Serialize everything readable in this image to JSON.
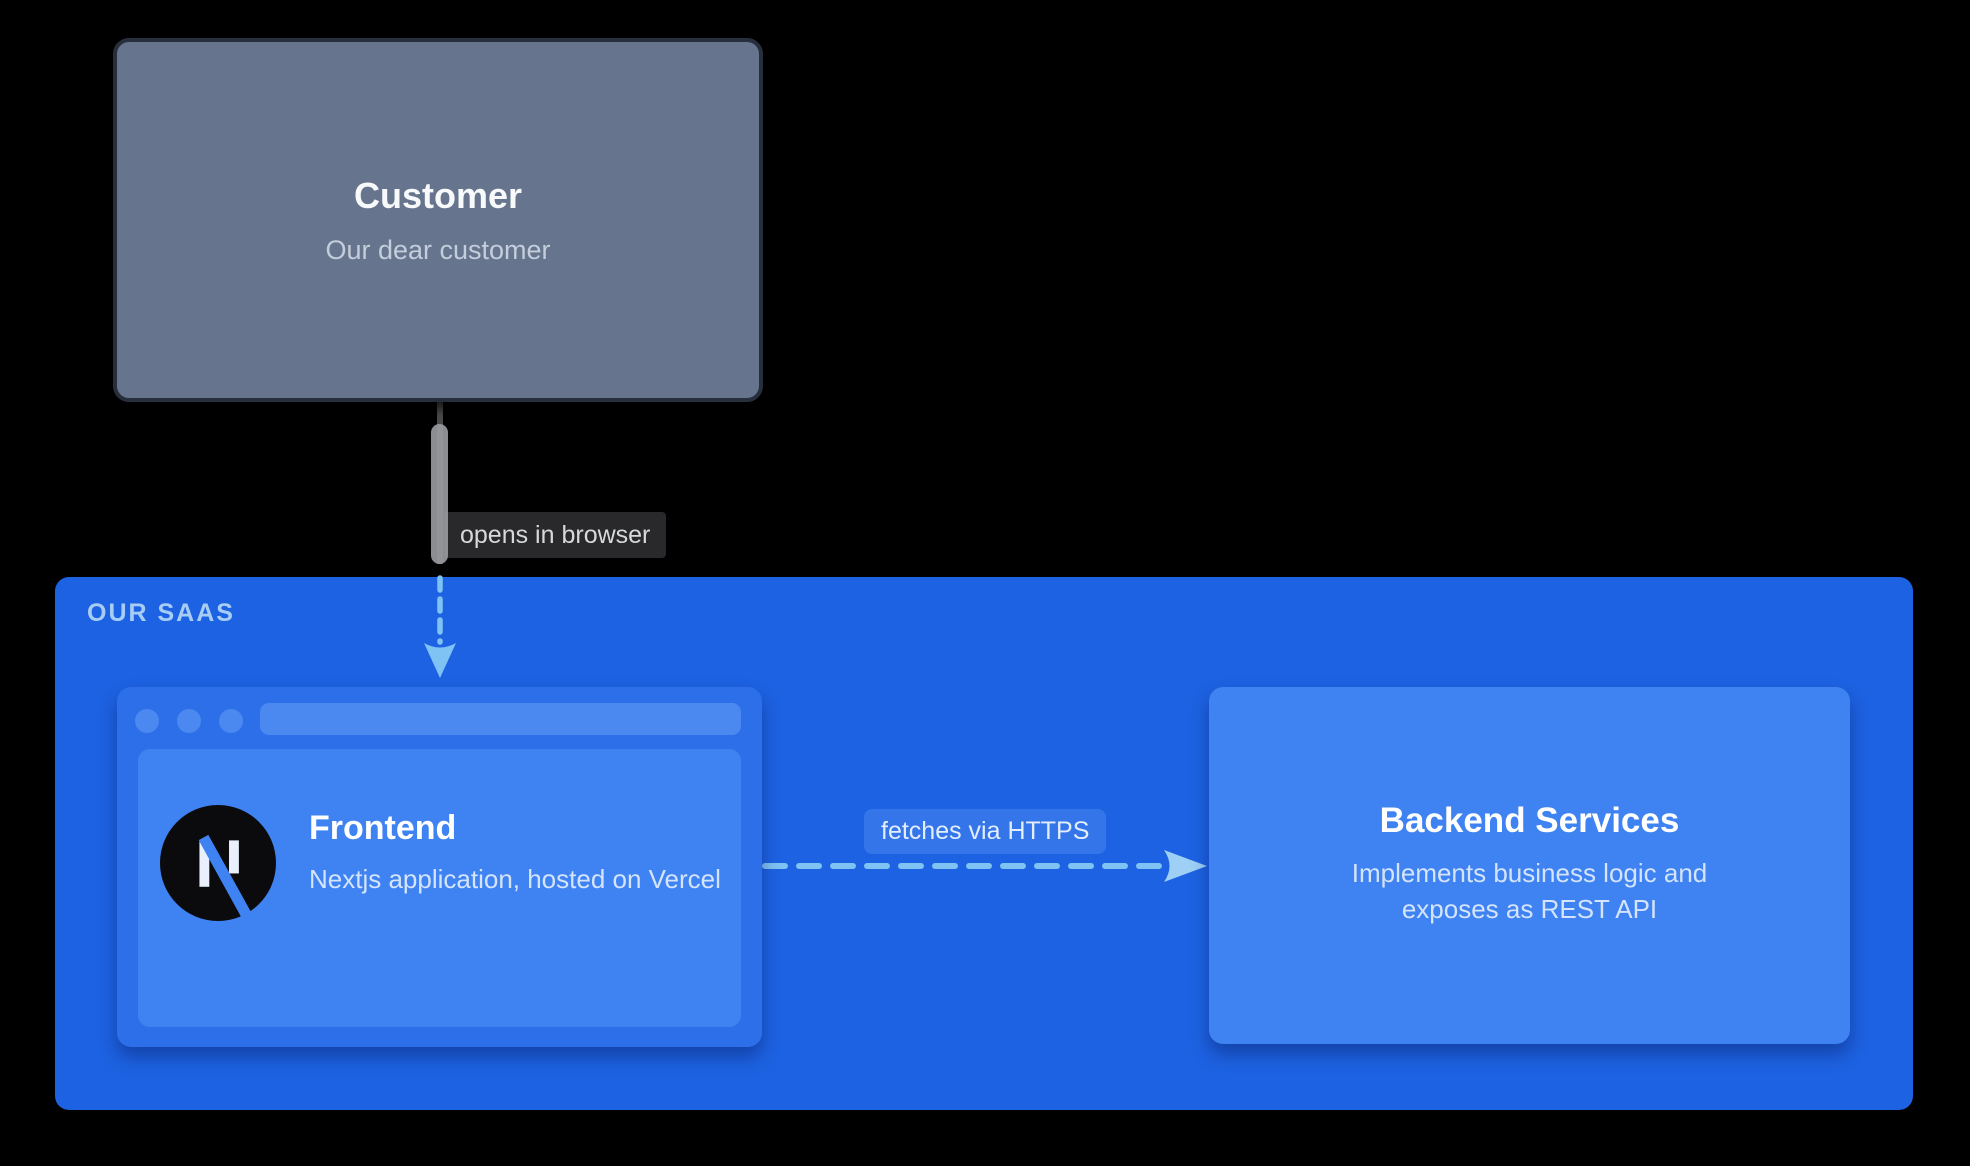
{
  "page": {
    "background": "#000000"
  },
  "colors": {
    "page_bg": "#000000",
    "customer_fill": "#66758d",
    "customer_border": "#272f3d",
    "customer_title": "#f7f9fb",
    "customer_subtitle": "#c3cddb",
    "saas_fill": "#1d62e2",
    "saas_label": "#a7cdf5",
    "window_frame": "#2d6fe8",
    "window_chrome": "#4b89f0",
    "panel_fill": "#3f82f1",
    "backend_fill": "#3f82f1",
    "node_title": "#ffffff",
    "node_subtitle": "#d3e4fc",
    "arrow": "#7fc2f4",
    "arrow_head": "#9ed0f6",
    "gray_edge": "#9a9ca0",
    "gray_edge_thin": "#4a4a4a",
    "dark_label_bg": "#29292b",
    "dark_label_text": "#d6d8da",
    "blue_label_bg": "#3575ea",
    "blue_label_text": "#e3eefc",
    "nextjs_circle": "#0b0b0d"
  },
  "nodes": {
    "customer": {
      "title": "Customer",
      "subtitle": "Our dear customer"
    },
    "frontend": {
      "title": "Frontend",
      "subtitle": "Nextjs application, hosted on Vercel",
      "icon": "nextjs-icon"
    },
    "backend": {
      "title": "Backend Services",
      "subtitle": "Implements business logic and exposes as REST API"
    }
  },
  "groups": {
    "saas": {
      "label": "OUR SAAS"
    }
  },
  "edges": {
    "customer_to_frontend": {
      "label": "opens in browser",
      "style": "gray-then-dashed-blue-down-arrow"
    },
    "frontend_to_backend": {
      "label": "fetches via HTTPS",
      "style": "dashed-blue-right-arrow"
    }
  }
}
